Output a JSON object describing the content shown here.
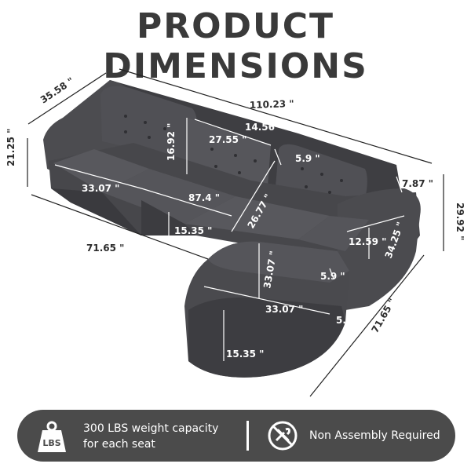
{
  "title": "PRODUCT DIMENSIONS",
  "dimensions": {
    "d_35_58": "35.58 \"",
    "d_110_23": "110.23 \"",
    "d_14_56": "14.56 \"",
    "d_16_92": "16.92 \"",
    "d_27_55": "27.55 \"",
    "d_5_9a": "5.9 \"",
    "d_21_25": "21.25 \"",
    "d_7_87": "7.87 \"",
    "d_33_07a": "33.07 \"",
    "d_87_4": "87.4 \"",
    "d_29_92": "29.92 \"",
    "d_26_77": "26.77 \"",
    "d_15_35a": "15.35 \"",
    "d_71_65a": "71.65 \"",
    "d_12_59": "12.59 \"",
    "d_34_25": "34.25 \"",
    "d_33_07b": "33.07 \"",
    "d_5_9b": "5.9 \"",
    "d_33_07c": "33.07 \"",
    "d_5_51": "5.51 \"",
    "d_71_65b": "71.65 \"",
    "d_15_35b": "15.35 \""
  },
  "features": {
    "weight_icon_label": "LBS",
    "weight_line1": "300 LBS weight capacity",
    "weight_line2": "for each seat",
    "assembly_label": "Non Assembly Required"
  },
  "colors": {
    "sofa": "#4a4a4e",
    "sofa_dark": "#38383b",
    "bar": "#4b4b4b"
  }
}
